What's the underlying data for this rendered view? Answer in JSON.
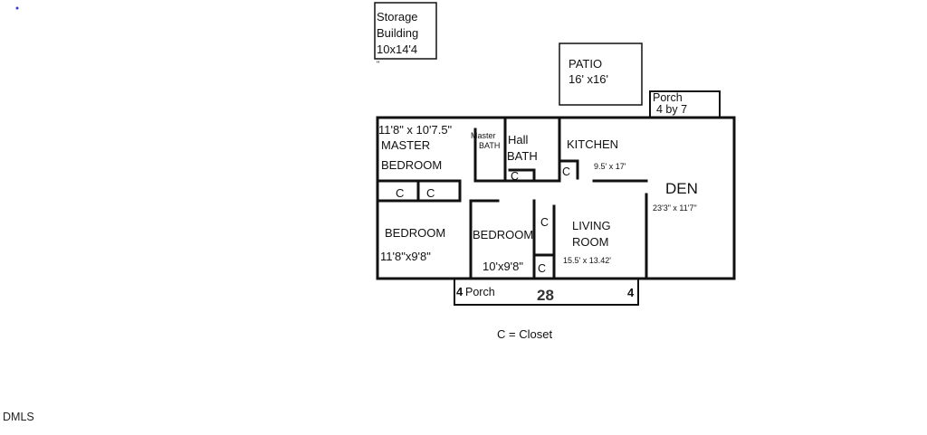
{
  "structures": {
    "storage": {
      "line1": "Storage",
      "line2": "Building",
      "line3": "10x14'4",
      "line4": "\""
    },
    "patio": {
      "name": "PATIO",
      "size": "16' x16'"
    },
    "back_porch": {
      "name": "Porch",
      "size": "4 by 7"
    }
  },
  "rooms": {
    "master_bedroom": {
      "size": "11'8\" x 10'7.5\"",
      "line1": "MASTER",
      "line2": "BEDROOM"
    },
    "master_bath": {
      "line1": "Master",
      "line2": "BATH"
    },
    "hall_bath": {
      "line1": "Hall",
      "line2": "BATH"
    },
    "kitchen": {
      "name": "KITCHEN",
      "size": "9.5' x 17'"
    },
    "den": {
      "name": "DEN",
      "size": "23'3\" x 11'7\""
    },
    "bedroom_2": {
      "name": "BEDROOM",
      "size": "11'8\"x9'8\""
    },
    "bedroom_3": {
      "name": "BEDROOM",
      "size": "10'x9'8\""
    },
    "living_room": {
      "line1": "LIVING",
      "line2": "ROOM",
      "size": "15.5' x 13.42'"
    }
  },
  "closet_label": "C",
  "front_porch": {
    "left_dim": "4",
    "name": "Porch",
    "length": "28",
    "right_dim": "4"
  },
  "legend": "C = Closet",
  "watermark": "DMLS"
}
